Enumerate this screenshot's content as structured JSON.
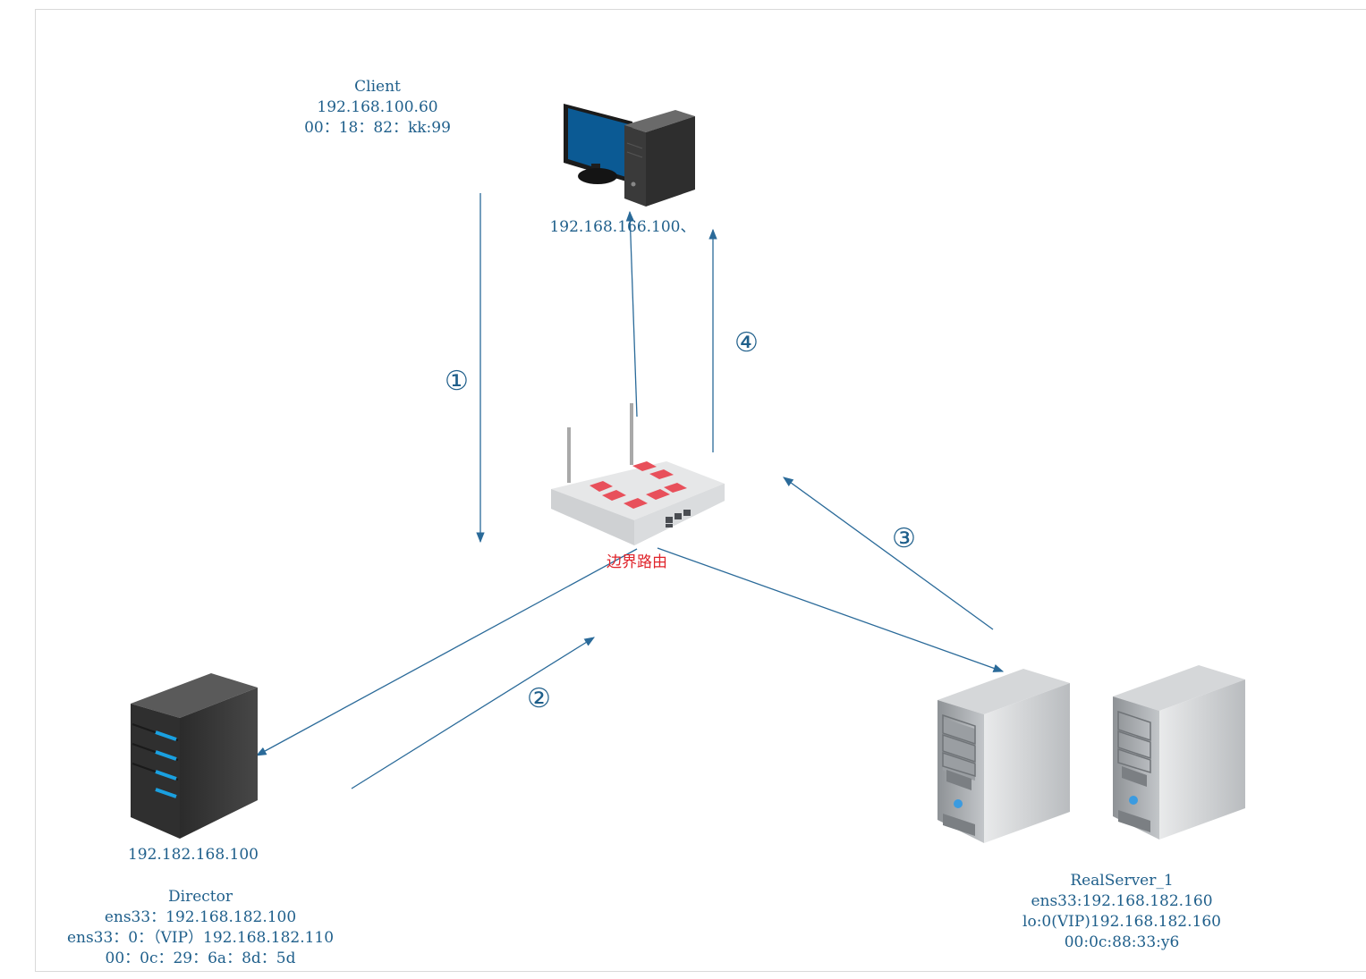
{
  "client": {
    "name": "Client",
    "ip": "192.168.100.60",
    "mac": "00：18：82：kk:99",
    "ip_alias": "192.168.166.100、",
    "icon": "desktop-computer-icon"
  },
  "router": {
    "label": "边界路由",
    "icon": "router-icon"
  },
  "director": {
    "ip_top": "192.182.168.100",
    "name": "Director",
    "ens33": "ens33：192.168.182.100",
    "vip": "ens33：0：（VIP）192.168.182.110",
    "mac": "00：0c：29：6a：8d：5d",
    "icon": "server-tower-dark-icon"
  },
  "realserver": {
    "name": "RealServer_1",
    "ens33": "ens33:192.168.182.160",
    "vip": "lo:0(VIP)192.168.182.160",
    "mac": "00:0c:88:33:y6",
    "icon": "server-pc-gray-icon"
  },
  "steps": [
    "①",
    "②",
    "③",
    "④"
  ],
  "colors": {
    "arrow": "#2a6a99",
    "text": "#1f5f8b",
    "router_text": "#e0242b",
    "router_accent": "#e8505b"
  }
}
